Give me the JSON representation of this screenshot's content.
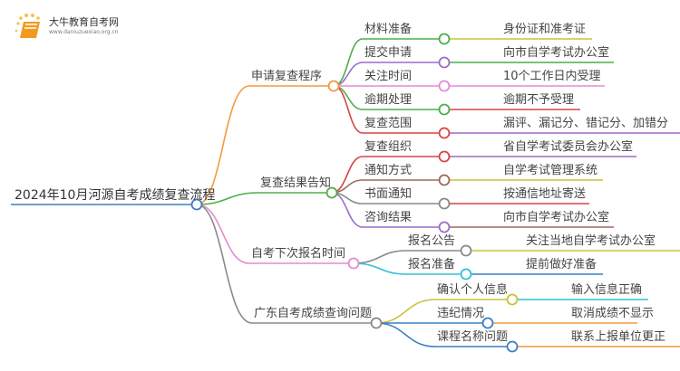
{
  "logo": {
    "title": "大牛教育自考网",
    "url": "www.daniuzuexiao.org.cn",
    "icon": "book-icon"
  },
  "root": {
    "label": "2024年10月河源自考成绩复查流程",
    "color": "#3a7fc4"
  },
  "branches": [
    {
      "label": "申请复查程序",
      "color": "#f39a3b",
      "children": [
        {
          "label": "材料准备",
          "color": "#4cae4c",
          "value": "身份证和准考证",
          "value_color": "#c9c23a"
        },
        {
          "label": "提交申请",
          "color": "#9b6cc9",
          "value": "向市自学考试办公室",
          "value_color": "#4cae4c"
        },
        {
          "label": "关注时间",
          "color": "#e68ad0",
          "value": "10个工作日内受理",
          "value_color": "#e68ad0"
        },
        {
          "label": "逾期处理",
          "color": "#4cae4c",
          "value": "逾期不予受理",
          "value_color": "#d94444"
        },
        {
          "label": "复查范围",
          "color": "#d94444",
          "value": "漏评、漏记分、错记分、加错分",
          "value_color": "#9b6cc9"
        }
      ]
    },
    {
      "label": "复查结果告知",
      "color": "#4cae4c",
      "children": [
        {
          "label": "复查组织",
          "color": "#d94444",
          "value": "省自学考试委员会办公室",
          "value_color": "#9b6cc9"
        },
        {
          "label": "通知方式",
          "color": "#9a6a5a",
          "value": "自学考试管理系统",
          "value_color": "#c9c23a"
        },
        {
          "label": "书面通知",
          "color": "#8a8a8a",
          "value": "按通信地址寄送",
          "value_color": "#d94444"
        },
        {
          "label": "咨询结果",
          "color": "#9b6cc9",
          "value": "向市自学考试办公室",
          "value_color": "#9a6a5a"
        }
      ]
    },
    {
      "label": "自考下次报名时间",
      "color": "#e68ad0",
      "children": [
        {
          "label": "报名公告",
          "color": "#8a8a8a",
          "value": "关注当地自学考试办公室",
          "value_color": "#c9c23a"
        },
        {
          "label": "报名准备",
          "color": "#2fc1d6",
          "value": "提前做好准备",
          "value_color": "#3a7fc4"
        }
      ]
    },
    {
      "label": "广东自考成绩查询问题",
      "color": "#8a8a8a",
      "children": [
        {
          "label": "确认个人信息",
          "color": "#c9c23a",
          "value": "输入信息正确",
          "value_color": "#2fc1d6"
        },
        {
          "label": "违纪情况",
          "color": "#3a7fc4",
          "value": "取消成绩不显示",
          "value_color": "#f39a3b"
        },
        {
          "label": "课程名称问题",
          "color": "#3a7fc4",
          "value": "联系上报单位更正",
          "value_color": "#f39a3b"
        }
      ]
    }
  ]
}
